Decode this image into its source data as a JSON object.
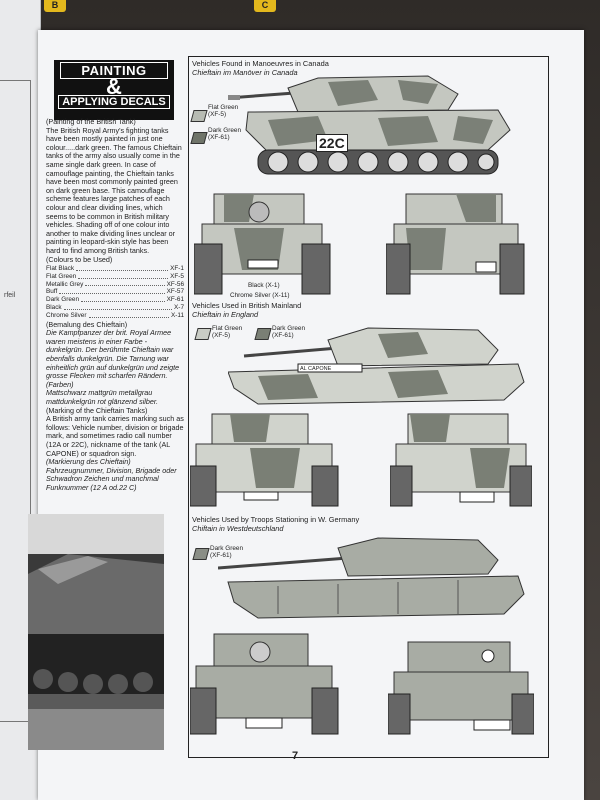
{
  "clips": {
    "left": "B",
    "right": "C"
  },
  "prev_page": {
    "fragment": "rfeil"
  },
  "title": {
    "line1": "PAINTING",
    "amp": "&",
    "line2": "APPLYING DECALS"
  },
  "intro": {
    "heading": "(Painting of the British Tank)",
    "body": "The British Royal Army's fighting tanks have been mostly painted in just one colour.....dark green. The famous Chieftain tanks of the army also usually come in the same single dark green. In case of camouflage painting, the Chieftain tanks have been most commonly painted green on dark green base. This camouflage scheme features large patches of each colour and clear dividing lines, which seems to be common in British military vehicles. Shading off of one colour into another to make dividing lines unclear or painting in leopard-skin style has been hard to find among British tanks.",
    "colours_heading": "(Colours to be Used)"
  },
  "colours": [
    {
      "name": "Flat Black",
      "code": "XF-1"
    },
    {
      "name": "Flat Green",
      "code": "XF-5"
    },
    {
      "name": "Metallic Grey",
      "code": "XF-56"
    },
    {
      "name": "Buff",
      "code": "XF-57"
    },
    {
      "name": "Dark Green",
      "code": "XF-61"
    },
    {
      "name": "Black",
      "code": "X-7"
    },
    {
      "name": "Chrome Silver",
      "code": "X-11"
    }
  ],
  "german1": {
    "heading": "(Bemalung des Chieftain)",
    "body": "Die Kampfpanzer der brit. Royal Armee waren meistens in einer Farbe - dunkelgrün. Der berühmte Chieftain war ebenfalls dunkelgrün. Die Tarnung war einheitlich grün auf dunkelgrün und zeigte grosse Flecken mit scharfen Rändern.",
    "colours_heading": "(Farben)",
    "colours_body": "Mattschwarz mattgrün metallgrau mattdunkelgrün rot glänzend silber."
  },
  "marking": {
    "heading": "(Marking of the Chieftain Tanks)",
    "body": "A British army tank carries marking such as follows: Vehicle number, division or brigade mark, and sometimes radio call number (12A or 22C), nickname of the tank (AL CAPONE) or squadron sign."
  },
  "german2": {
    "heading": "(Markierung des Chieftain)",
    "body": "Fahrzeugnummer, Division, Brigade oder Schwadron Zeichen und manchmal Funknummer (12 A od.22 C)"
  },
  "section1": {
    "title_en": "Vehicles Found in Manoeuvres in Canada",
    "title_de": "Chieftain im Manöver in Canada",
    "legend": [
      {
        "label": "Flat Green (XF-5)",
        "color": "#b7bbb3"
      },
      {
        "label": "Dark Green (XF-61)",
        "color": "#6f7469"
      }
    ],
    "call_sign": "22C",
    "callouts": [
      "Black (X-1)",
      "Chrome Silver (X-11)"
    ]
  },
  "section2": {
    "title_en": "Vehicles Used in British Mainland",
    "title_de": "Chieftain in England",
    "legend": [
      {
        "label": "Flat Green (XF-5)",
        "color": "#c9ccc5"
      },
      {
        "label": "Dark Green (XF-61)",
        "color": "#7a7f75"
      }
    ],
    "nickname": "AL CAPONE"
  },
  "section3": {
    "title_en": "Vehicles Used by Troops Stationing in W. Germany",
    "title_de": "Chiftain in Westdeutschland",
    "legend": [
      {
        "label": "Dark Green (XF-61)",
        "color": "#8a8e86"
      }
    ]
  },
  "page_number": "7",
  "colors": {
    "paper": "#f4f5f7",
    "camo_light": "#c5c8c1",
    "camo_dark": "#7b8077",
    "ink": "#222222"
  }
}
